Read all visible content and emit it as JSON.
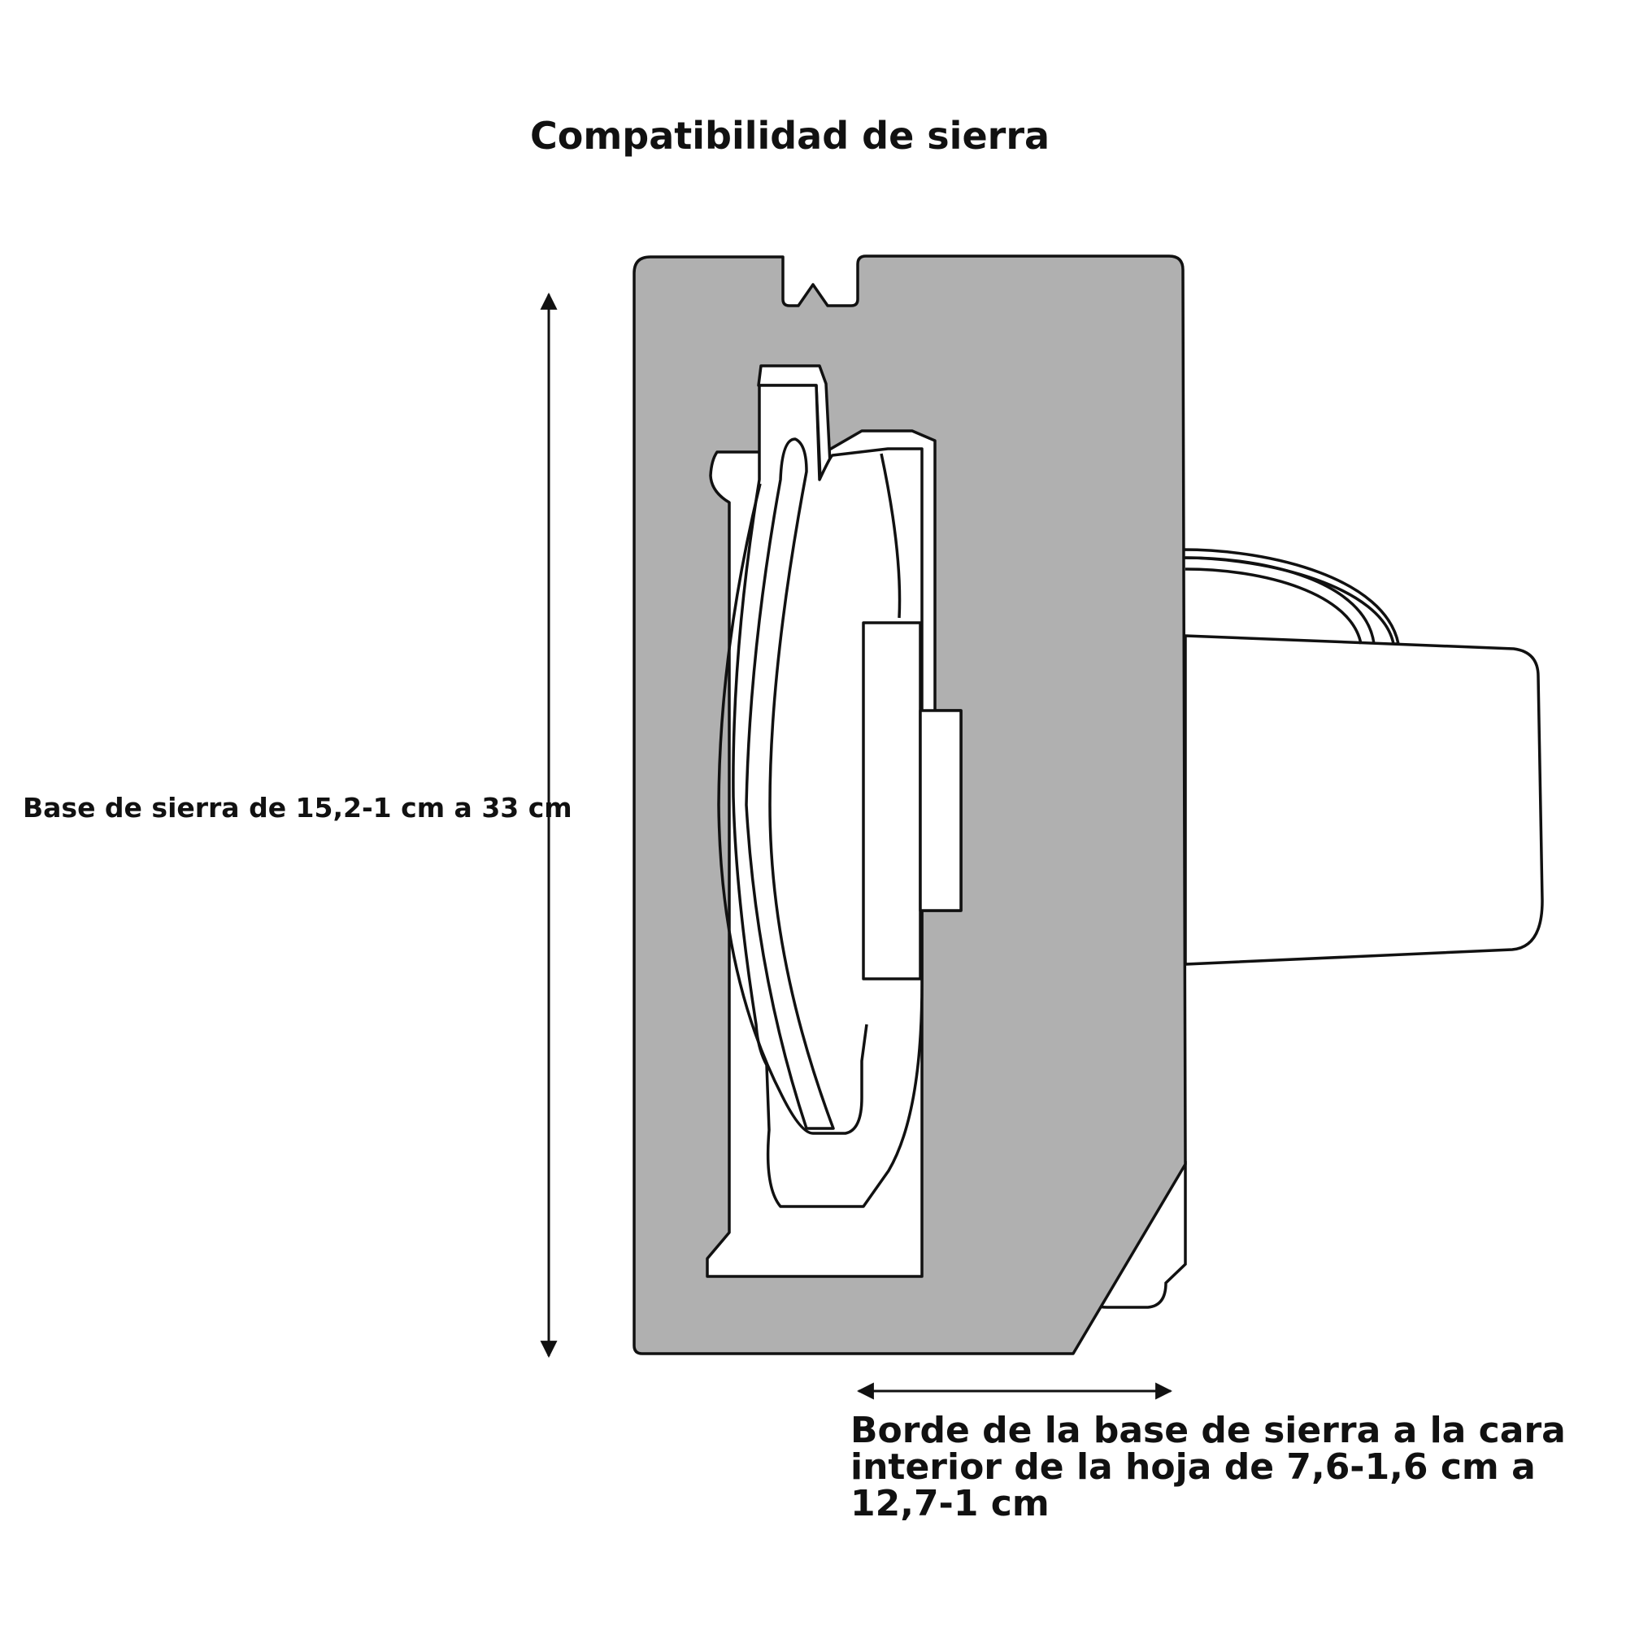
{
  "diagram": {
    "title": "Compatibilidad de sierra",
    "height_label": "Base de sierra de 15,2-1 cm a 33 cm",
    "depth_label": "Borde de la base de sierra a la cara interior de la hoja de 7,6-1,6 cm a 12,7-1 cm"
  },
  "colors": {
    "saw_body": "#b0b0b0",
    "outline": "#111111",
    "background": "#ffffff"
  }
}
